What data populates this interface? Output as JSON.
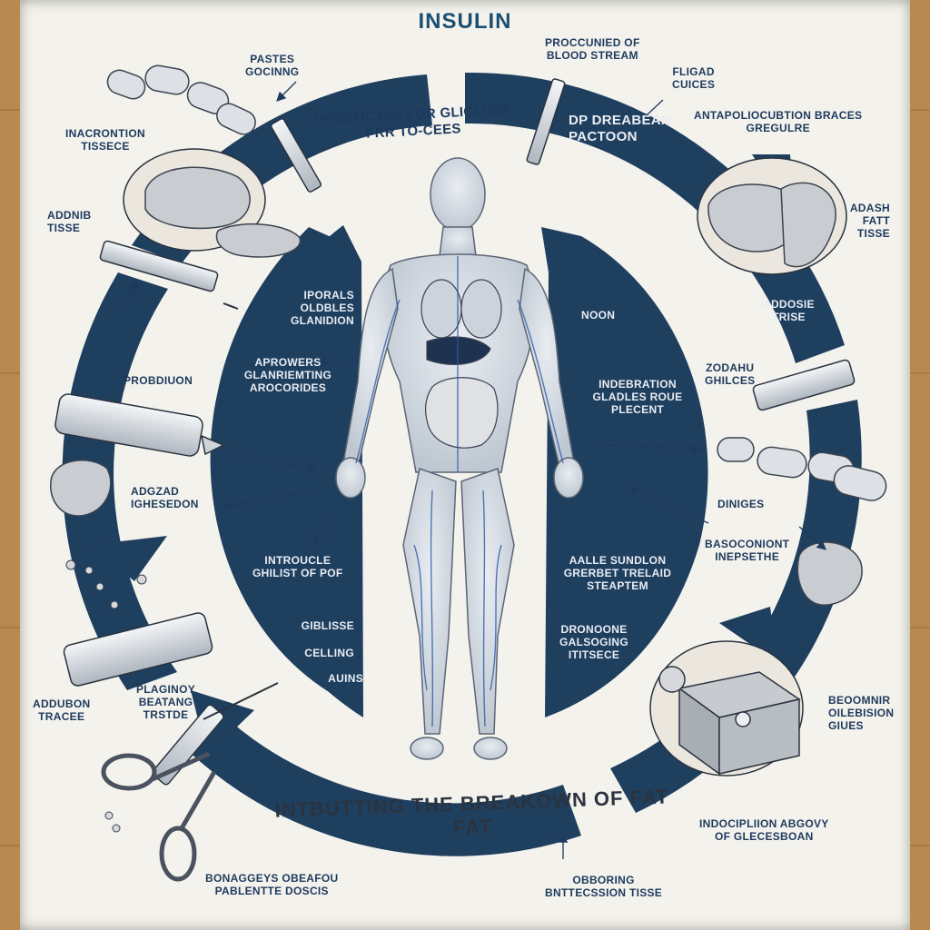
{
  "title": "INSULIN",
  "ring_caption": "INTBUTTING THE BREAKOWN OF FAT FAT",
  "colors": {
    "ring": "#1f3f5f",
    "label": "#1d3a5e",
    "paper": "#f4f2ec",
    "vein": "#2d5aa8"
  },
  "labels": {
    "top_left_1": "PASTES\nGOCINNG",
    "top_mid_1": "PROCUCTES FOR GLICLUSE\nFRR TO-CEES",
    "top_mid_2": "PROCCUNIED OF\nBLOOD STREAM",
    "top_mid_3": "DP DREABEAN\nPACTOON",
    "top_right_1": "FLIGAD\nCUICES",
    "top_right_2": "ANTAPOLIOCUBTION BRACES\nGREGULRE",
    "left_1": "INACRONTION\nTISSECE",
    "left_2": "ADDNIB\nTISSE",
    "right_1": "ADASH\nFATT\nTISSE",
    "right_2": "ADDOSIE\nTRISE",
    "center_left_1": "IPORALS\nOLDBLES\nGLANIDION",
    "center_left_2": "APROWERS\nGLANRIEMTING\nAROCORIDES",
    "center_right_1": "NOON",
    "center_right_2": "INDEBRATION\nGLADLES ROUE\nPLECENT",
    "left_3": "PROBDIUON",
    "left_4": "ADGZAD\nIGHESEDON",
    "right_3": "ZODAHU\nGHILCES",
    "right_4": "DINIGES",
    "right_5": "BASOCONIONT\nINEPSETHE",
    "center_left_3": "INTROUCLE\nGHILIST OF POF",
    "center_right_3": "AALLE SUNDLON\nGRERBET TRELAID\nSTEAPTEM",
    "center_left_4": "GIBLISSE",
    "center_left_5": "CELLING",
    "center_left_6": "AUINS",
    "center_right_4": "DRONOONE\nGALSOGING\nITITSECE",
    "bottom_left_1": "ADDUBON\nTRACEE",
    "bottom_left_2": "PLAGINOY\nBEATANG\nTRSTDE",
    "bottom_right_1": "BEOOMNIR\nOILEBISION\nGIUES",
    "bottom_right_2": "INDOCIPLIION ABGOVY\nOF GLECESBOAN",
    "bottom_left_3": "BONAGGEYS OBEAFOU\nPABLENTTE DOSCIS",
    "bottom_mid_1": "OBBORING\nBNTTECSSION TISSE"
  }
}
